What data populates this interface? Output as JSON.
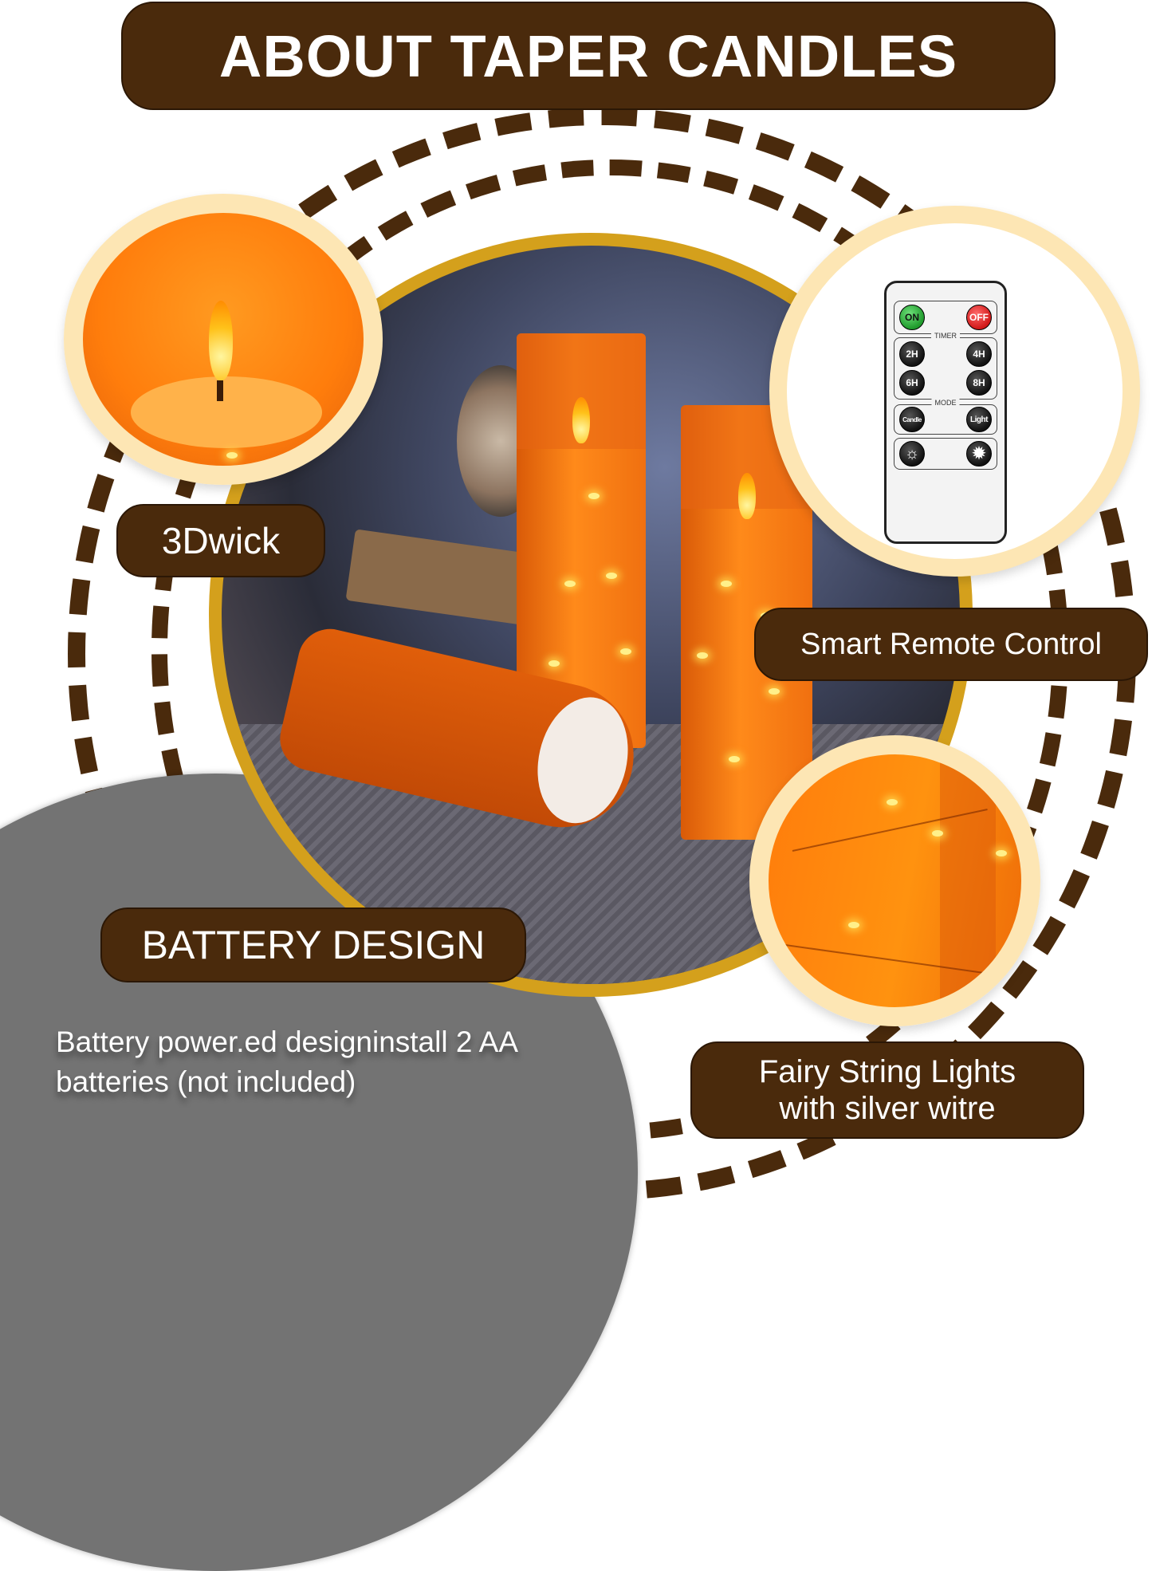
{
  "header": {
    "title": "ABOUT TAPER CANDLES"
  },
  "colors": {
    "brand_brown": "#4a2a0c",
    "gold_ring": "#d4a01c",
    "cream_ring": "#fde6b4",
    "grey_panel": "#737373",
    "candle_orange": "#ff7d0c"
  },
  "features": {
    "wick": {
      "label": "3Dwick",
      "image": "flame-candle-closeup"
    },
    "remote": {
      "label": "Smart Remote Control",
      "image": "remote-control",
      "buttons": {
        "on": "ON",
        "off": "OFF",
        "timer_label": "TIMER",
        "timer": [
          "2H",
          "4H",
          "6H",
          "8H"
        ],
        "mode_label": "MODE",
        "mode": [
          "Candle",
          "Light"
        ],
        "brightness": [
          "brightness-down-icon",
          "brightness-up-icon"
        ]
      }
    },
    "battery": {
      "label": "BATTERY DESIGN",
      "description": "Battery power.ed designinstall 2 AA batteries (not included)"
    },
    "fairy": {
      "label_line1": "Fairy String Lights",
      "label_line2": "with silver witre",
      "image": "fairy-lights-closeup"
    }
  },
  "product_photo": {
    "subject": "three orange flameless pillar candles with fairy lights"
  }
}
